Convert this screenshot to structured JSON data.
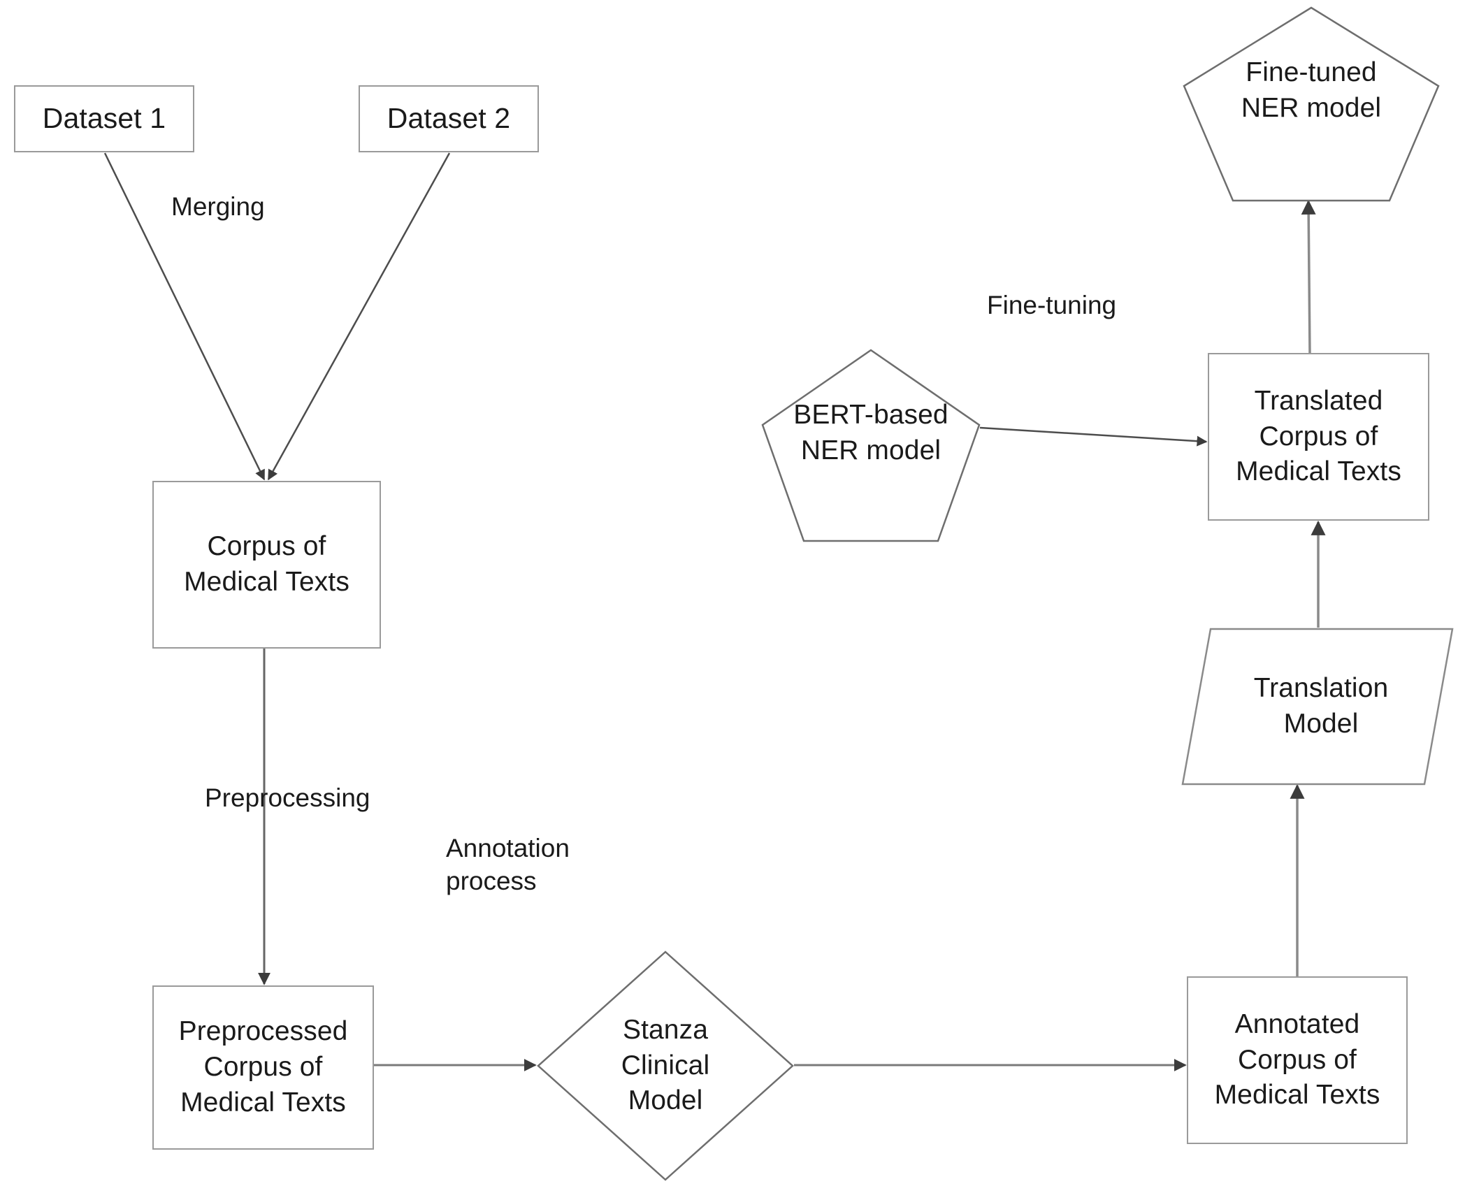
{
  "diagram": {
    "title": "Medical NER pipeline flowchart",
    "background_color": "#ffffff",
    "stroke_color": "#9a9a9a",
    "edge_color": "#4d4d4d",
    "text_color": "#1a1a1a",
    "nodes": {
      "dataset_1": {
        "label": "Dataset 1",
        "shape": "rectangle"
      },
      "dataset_2": {
        "label": "Dataset 2",
        "shape": "rectangle"
      },
      "corpus": {
        "label": "Corpus of\nMedical Texts",
        "shape": "rectangle"
      },
      "preprocessed_corpus": {
        "label": "Preprocessed\nCorpus of\nMedical Texts",
        "shape": "rectangle"
      },
      "stanza_model": {
        "label": "Stanza\nClinical\nModel",
        "shape": "diamond"
      },
      "annotated_corpus": {
        "label": "Annotated\nCorpus of\nMedical Texts",
        "shape": "rectangle"
      },
      "translation_model": {
        "label": "Translation\nModel",
        "shape": "parallelogram"
      },
      "translated_corpus": {
        "label": "Translated\nCorpus of\nMedical Texts",
        "shape": "rectangle"
      },
      "bert_ner_model": {
        "label": "BERT-based\nNER model",
        "shape": "pentagon"
      },
      "finetuned_ner_model": {
        "label": "Fine-tuned\nNER model",
        "shape": "pentagon"
      }
    },
    "edge_labels": {
      "merging": "Merging",
      "preprocessing": "Preprocessing",
      "annotation_process": "Annotation\nprocess",
      "fine_tuning": "Fine-tuning"
    }
  }
}
